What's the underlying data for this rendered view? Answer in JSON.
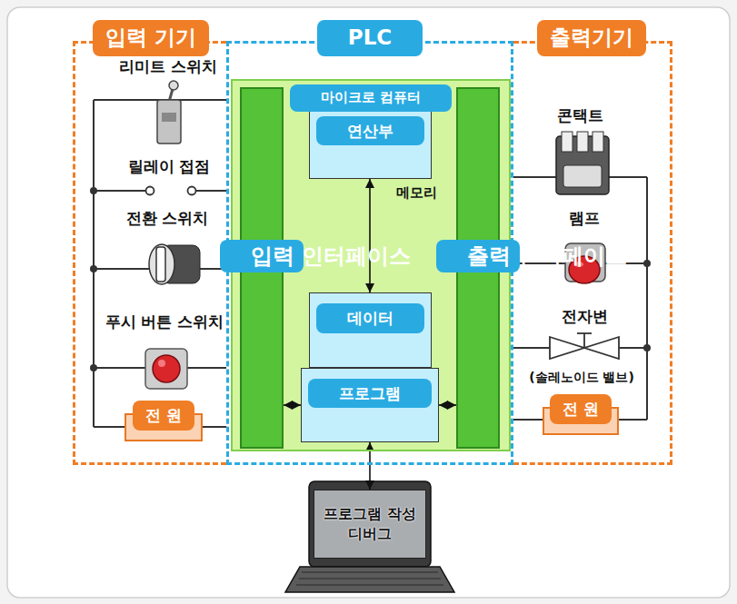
{
  "diagram": {
    "nodes": [
      {
        "text": [
          "입력 기기"
        ]
      },
      {
        "text": [
          "PLC"
        ]
      },
      {
        "text": [
          "출력기기"
        ]
      },
      {
        "text": [
          "마이크로 컴퓨터"
        ],
        "in": 1
      },
      {
        "text": [
          "입력 인터페이스"
        ],
        "in": 3
      },
      {
        "text": [
          "연산부"
        ],
        "in": 3
      },
      {
        "text": [
          "데이터"
        ],
        "in": 3
      },
      {
        "text": [
          "프로그램"
        ],
        "in": 3
      },
      {
        "text": [
          "출력 인터페이스"
        ],
        "in": 3
      },
      {
        "text": [
          "전 원"
        ],
        "in": 0
      },
      {
        "text": [
          "전 원"
        ],
        "in": 2
      },
      {
        "text": [
          "프로그램 작성 디버그"
        ]
      }
    ],
    "edges": [
      {
        "from": 5,
        "to": 6,
        "arrow": "both"
      },
      {
        "from": 4,
        "to": 7,
        "arrow": "both"
      },
      {
        "from": 7,
        "to": 8,
        "arrow": "both"
      },
      {
        "from": 7,
        "to": 11,
        "arrow": "both"
      }
    ],
    "labels": [
      "리미트 스위치",
      "릴레이 접점",
      "전환 스위치",
      "푸시 버튼 스위치",
      "콘택트",
      "메모리",
      "램프",
      "전자변",
      "(솔레노이드 밸브)"
    ]
  }
}
